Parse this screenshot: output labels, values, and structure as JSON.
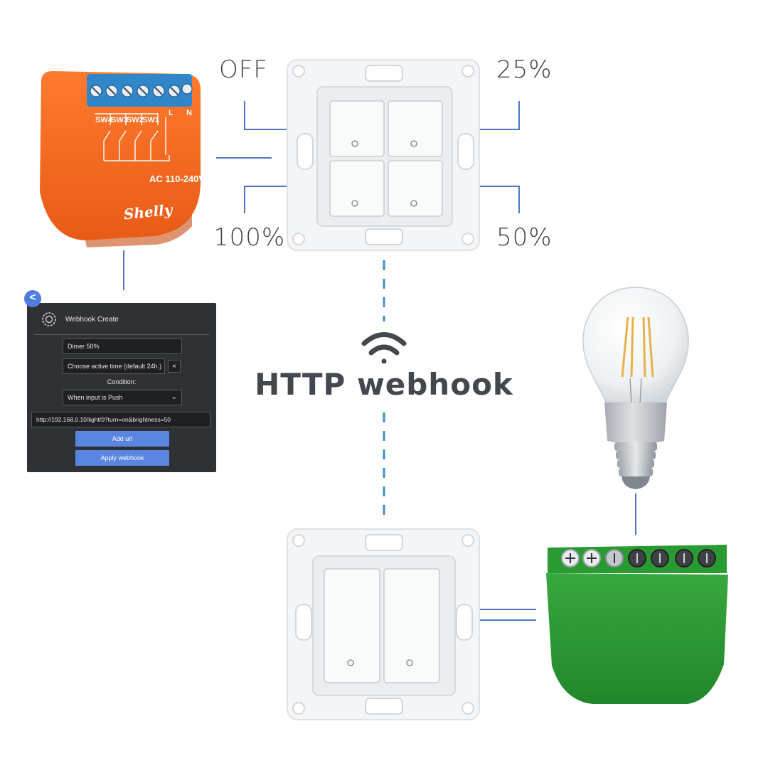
{
  "plus_device": {
    "terminals": [
      "SW4",
      "SW3",
      "SW2",
      "SW1",
      "L",
      "N"
    ],
    "rating": "AC 110-240V",
    "brand": "Shelly"
  },
  "switch_states": {
    "top_left": "OFF",
    "top_right": "25%",
    "bottom_left": "100%",
    "bottom_right": "50%"
  },
  "title": "HTTP webhook",
  "webhook_panel": {
    "title": "Webhook Create",
    "name_value": "Dimer 50%",
    "active_time_label": "Choose active time (default 24h.)",
    "clear_symbol": "×",
    "condition_label": "Condition:",
    "condition_value": "When input is Push",
    "url_value": "http://192.168.0.10/light/0?turn=on&brightness=50",
    "add_url_label": "Add url",
    "apply_label": "Apply webhook",
    "back_symbol": "<"
  },
  "colors": {
    "orange_device": "#f26a24",
    "terminal_blue": "#2f86c8",
    "green_device": "#2e9a36",
    "connector_line": "#4f78c2",
    "dashed_line": "#3d8fc4",
    "text_dark": "#43484e",
    "panel_bg": "#2f3135",
    "button_blue": "#5b86e0"
  },
  "icons": [
    "wifi-icon",
    "gear-icon",
    "chevron-down-icon",
    "back-arrow-icon",
    "lightbulb-icon"
  ]
}
